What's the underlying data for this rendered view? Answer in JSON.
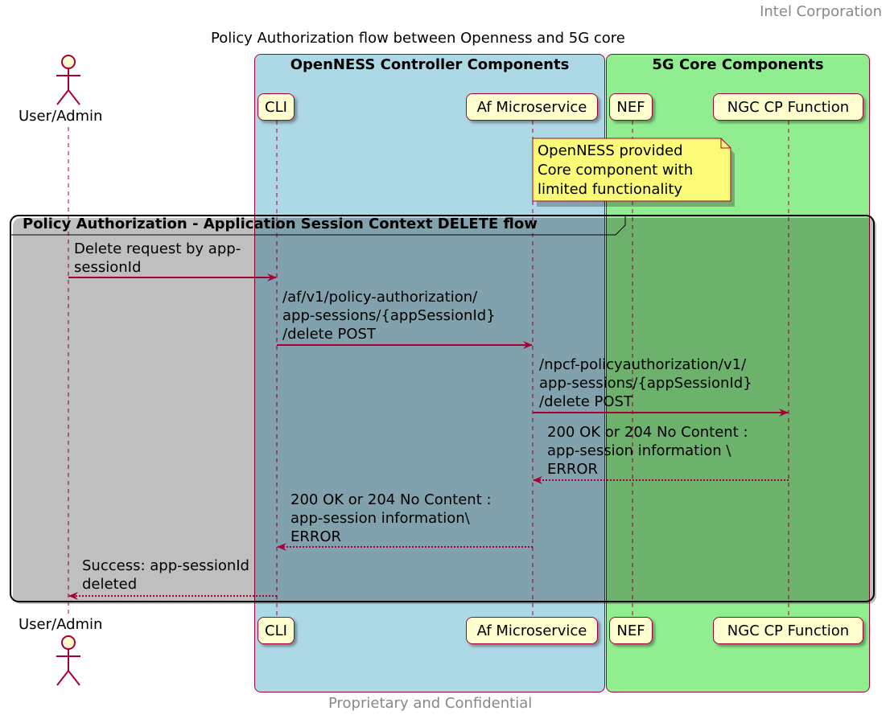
{
  "header": "Intel Corporation",
  "footer": "Proprietary and Confidential",
  "title": "Policy Authorization flow between Openness and 5G core",
  "boxes": [
    {
      "title": "OpenNESS Controller Components",
      "color": "#ADD8E6"
    },
    {
      "title": "5G Core Components",
      "color": "#90EE90"
    }
  ],
  "participants": {
    "user": "User/Admin",
    "cli": "CLI",
    "af": "Af Microservice",
    "nef": "NEF",
    "ngc": "NGC CP Function"
  },
  "note": {
    "lines": [
      "OpenNESS provided",
      "Core component with",
      "limited functionality"
    ],
    "color": "#FBFB77"
  },
  "group": {
    "title": "Policy Authorization - Application Session Context DELETE flow"
  },
  "messages": [
    {
      "from": "user",
      "to": "cli",
      "style": "solid",
      "lines": [
        "Delete request by app-",
        "sessionId"
      ]
    },
    {
      "from": "cli",
      "to": "af",
      "style": "solid",
      "lines": [
        "/af/v1/policy-authorization/",
        "app-sessions/{appSessionId}",
        "/delete POST"
      ]
    },
    {
      "from": "af",
      "to": "ngc",
      "style": "solid",
      "lines": [
        "/npcf-policyauthorization/v1/",
        "app-sessions/{appSessionId}",
        "/delete POST"
      ]
    },
    {
      "from": "ngc",
      "to": "af",
      "style": "dotted",
      "lines": [
        "200 OK or 204 No Content :",
        "app-session information \\",
        "ERROR"
      ]
    },
    {
      "from": "af",
      "to": "cli",
      "style": "dotted",
      "lines": [
        "200 OK or 204 No Content :",
        "app-session information\\",
        "ERROR"
      ]
    },
    {
      "from": "cli",
      "to": "user",
      "style": "dotted",
      "lines": [
        "Success: app-sessionId",
        "deleted"
      ]
    }
  ],
  "colors": {
    "line": "#A80036",
    "participant_fill": "#FEFECE"
  }
}
